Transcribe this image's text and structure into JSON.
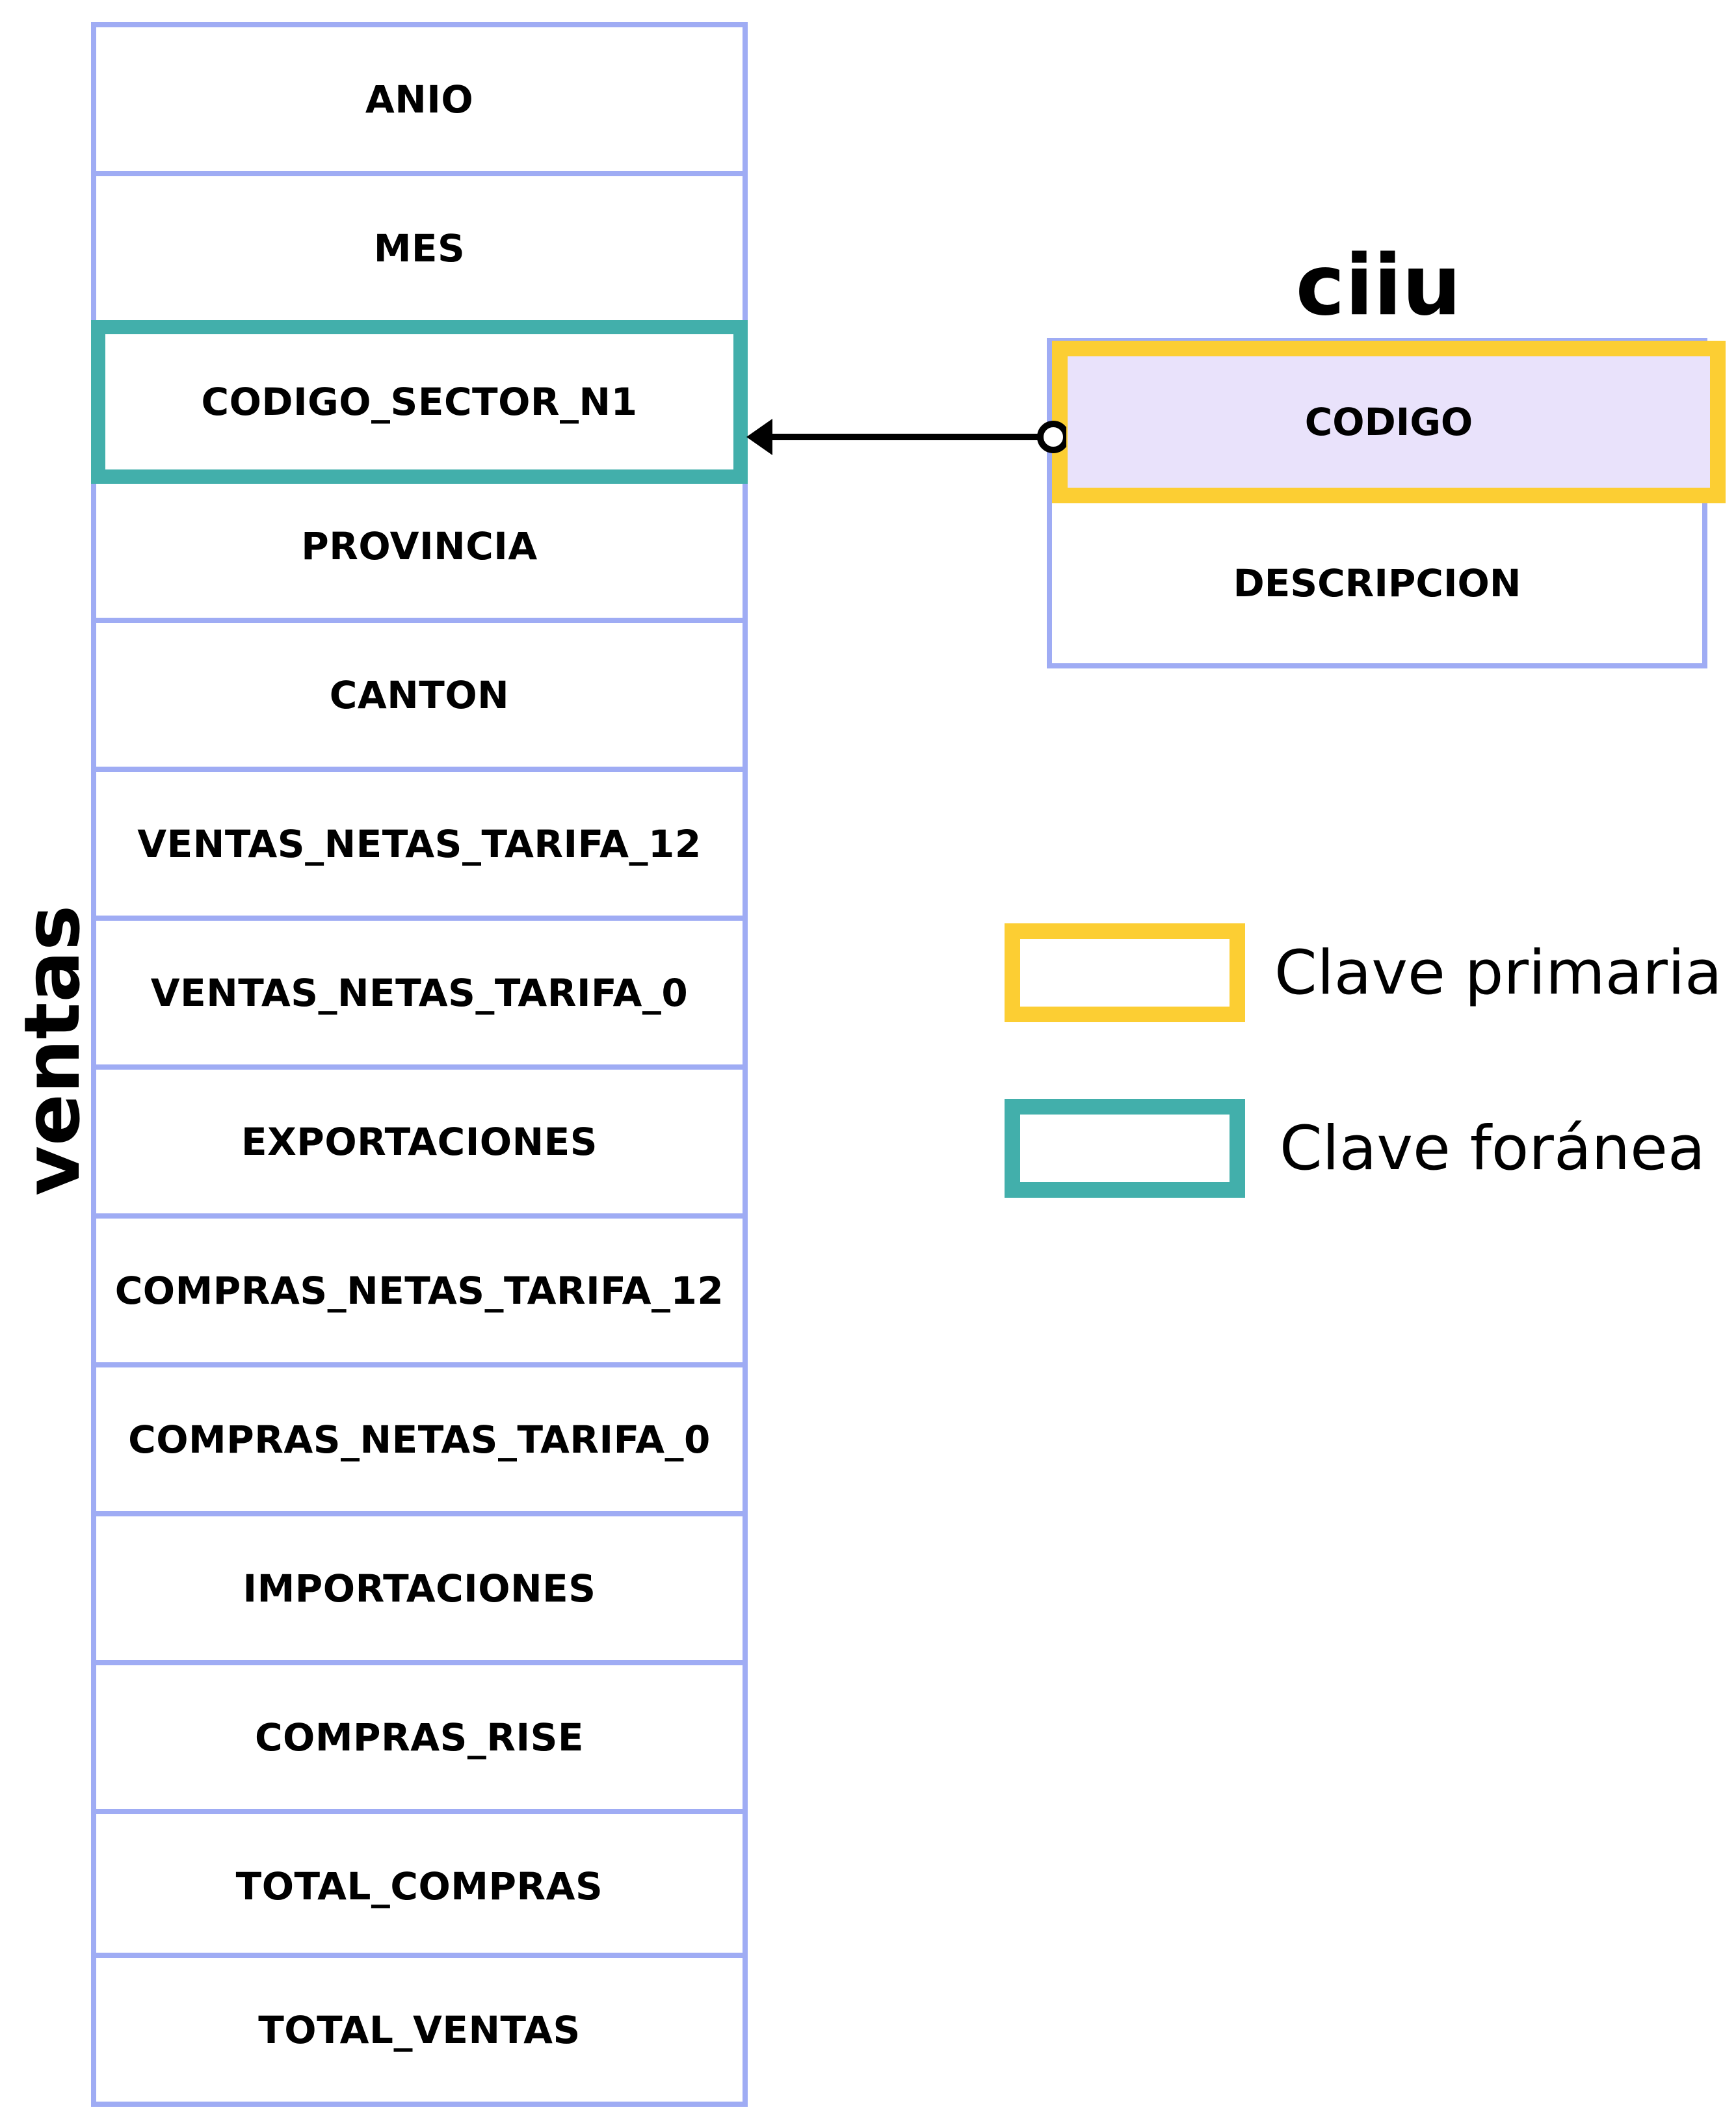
{
  "ventas": {
    "title": "ventas",
    "fields": [
      "ANIO",
      "MES",
      "CODIGO_SECTOR_N1",
      "PROVINCIA",
      "CANTON",
      "VENTAS_NETAS_TARIFA_12",
      "VENTAS_NETAS_TARIFA_0",
      "EXPORTACIONES",
      "COMPRAS_NETAS_TARIFA_12",
      "COMPRAS_NETAS_TARIFA_0",
      "IMPORTACIONES",
      "COMPRAS_RISE",
      "TOTAL_COMPRAS",
      "TOTAL_VENTAS"
    ],
    "foreign_key": "CODIGO_SECTOR_N1"
  },
  "ciiu": {
    "title": "ciiu",
    "primary_key": "CODIGO",
    "fields": [
      "CODIGO",
      "DESCRIPCION"
    ]
  },
  "relationship": {
    "from": "ciiu.CODIGO",
    "to": "ventas.CODIGO_SECTOR_N1"
  },
  "legend": {
    "primary": {
      "label": "Clave primaria",
      "color": "#FCCE33"
    },
    "foreign": {
      "label": "Clave foránea",
      "color": "#42AFAB"
    }
  },
  "colors": {
    "table_border": "#9FACF4",
    "pk_fill": "#E9E2FB"
  }
}
